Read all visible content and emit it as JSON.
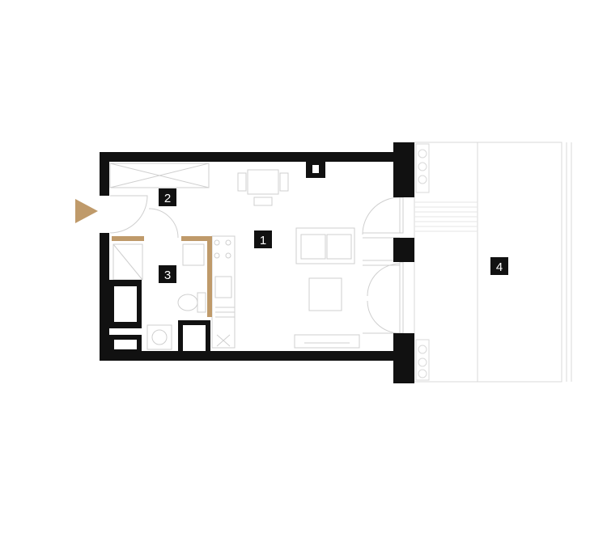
{
  "colors": {
    "wall": "#111111",
    "accent": "#bf9a6a",
    "furniture": "#cccccc",
    "background": "#ffffff",
    "badge_bg": "#111111",
    "badge_text": "#ffffff"
  },
  "entrance": {
    "icon": "entrance-arrow-icon"
  },
  "rooms": [
    {
      "id": "room-1",
      "label": "1"
    },
    {
      "id": "room-2",
      "label": "2"
    },
    {
      "id": "room-3",
      "label": "3"
    },
    {
      "id": "room-4",
      "label": "4"
    }
  ]
}
